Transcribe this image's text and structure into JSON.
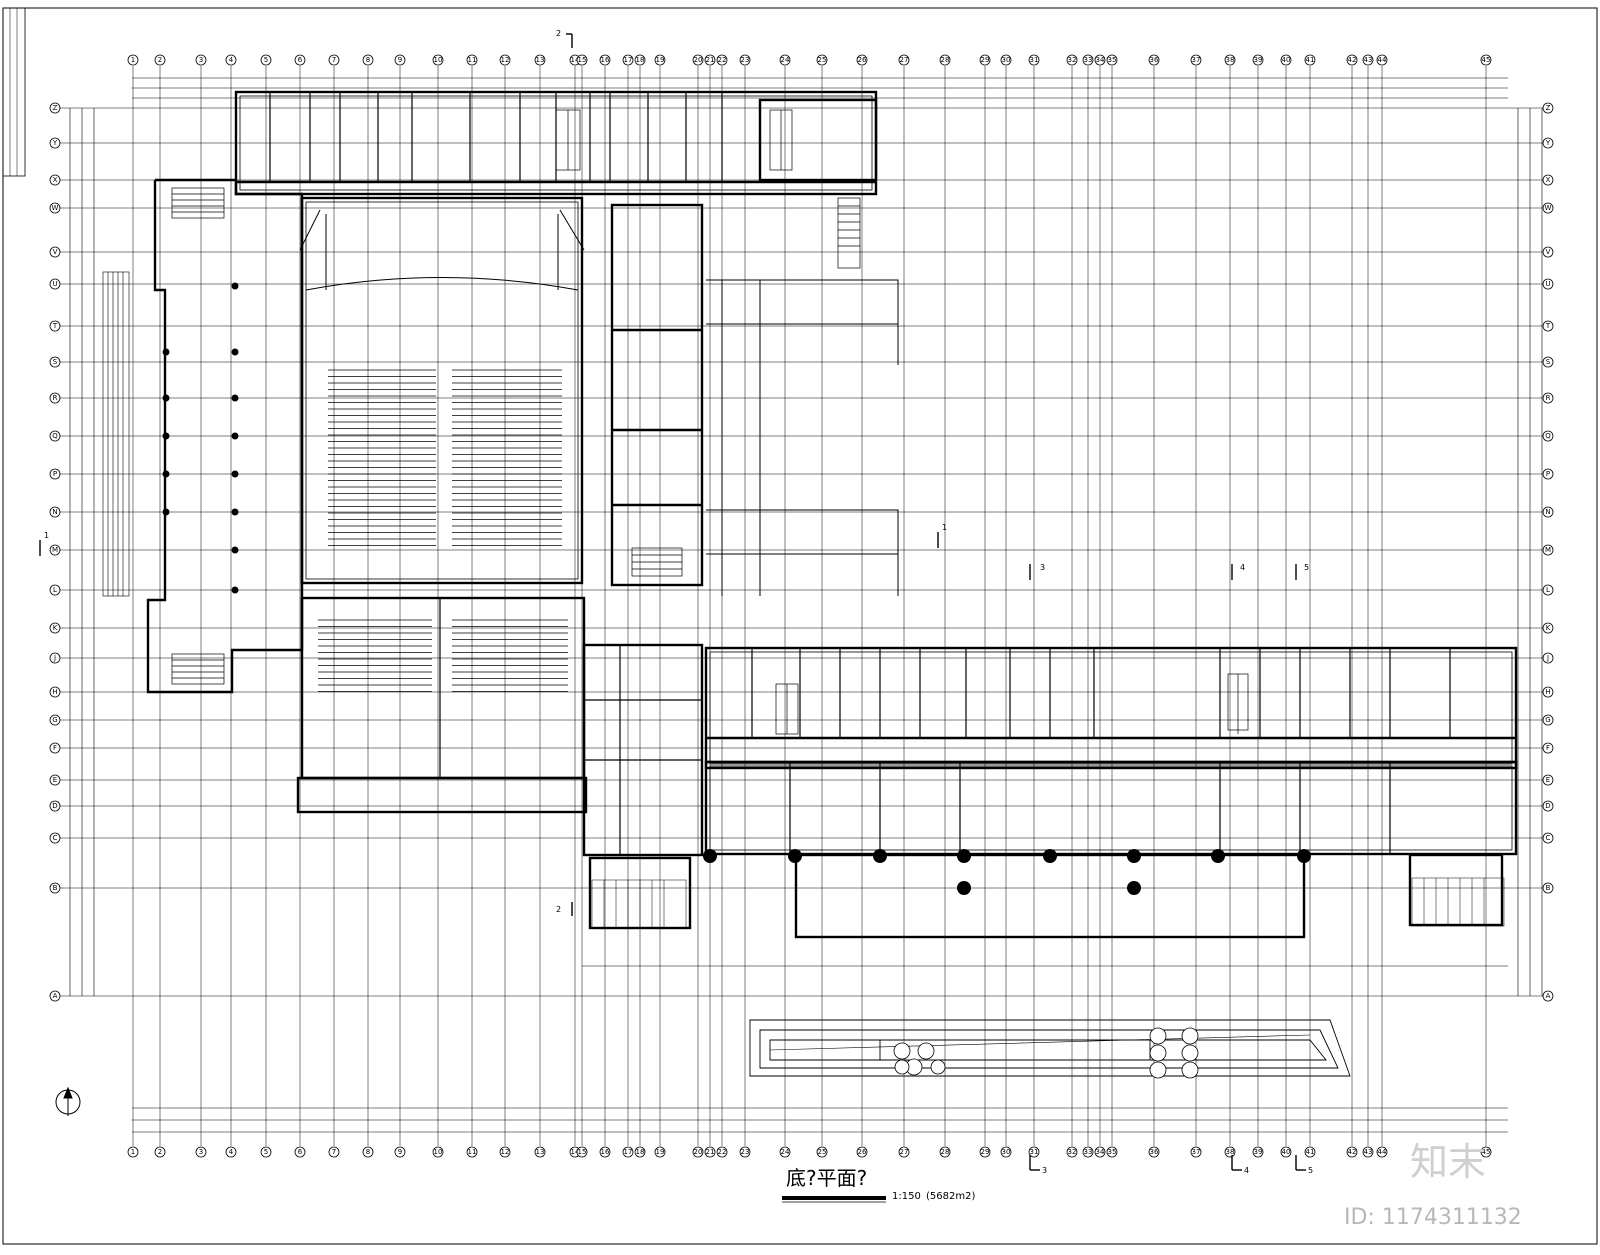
{
  "drawing": {
    "title": "底?平面?",
    "scale": "1:150",
    "area": "(5682m2)"
  },
  "section_marks": {
    "s1": "1",
    "s2": "2",
    "s3": "3",
    "s4": "4",
    "s5": "5"
  },
  "axis_labels_top": [
    "1",
    "2",
    "3",
    "4",
    "5",
    "6",
    "7",
    "8",
    "9",
    "10",
    "11",
    "12",
    "13",
    "14",
    "15",
    "16",
    "17",
    "18",
    "19",
    "20",
    "21",
    "22",
    "23",
    "24",
    "25",
    "26",
    "27",
    "28",
    "29",
    "30",
    "31",
    "32",
    "33",
    "34",
    "35",
    "36",
    "37",
    "38",
    "39",
    "40",
    "41",
    "42",
    "43",
    "44",
    "45"
  ],
  "axis_labels_left": [
    "A",
    "B",
    "C",
    "D",
    "E",
    "F",
    "G",
    "H",
    "J",
    "K",
    "L",
    "M",
    "N",
    "P",
    "Q",
    "R",
    "S",
    "T",
    "U",
    "V",
    "W",
    "X",
    "Y",
    "Z"
  ],
  "watermark": {
    "brand": "知末",
    "id": "ID: 1174311132"
  },
  "colors": {
    "line": "#000000",
    "background": "#ffffff",
    "watermark": "#cfcfcf"
  }
}
